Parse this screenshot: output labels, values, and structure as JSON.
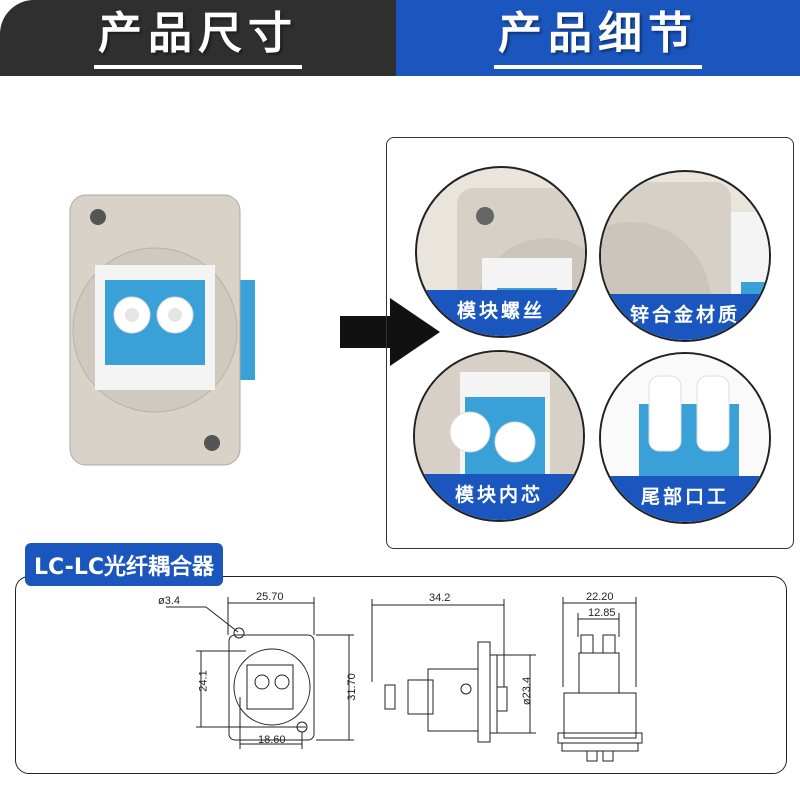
{
  "header": {
    "left_title": "产品尺寸",
    "right_title": "产品细节"
  },
  "details": [
    {
      "label": "模块螺丝"
    },
    {
      "label": "锌合金材质"
    },
    {
      "label": "模块内芯"
    },
    {
      "label": "尾部口工"
    }
  ],
  "drawing": {
    "title": "LC-LC光纤耦合器",
    "dims": {
      "hole": "ø3.4",
      "width": "25.70",
      "height": "31.70",
      "hole_spacing_v": "24.1",
      "hole_spacing_h": "18.60",
      "length": "34.2",
      "diameter": "ø23.4",
      "rear_width": "22.20",
      "port_pitch": "12.85"
    }
  },
  "colors": {
    "dark": "#2f2f2f",
    "blue": "#1a56be",
    "connector": "#3aa0d8"
  }
}
